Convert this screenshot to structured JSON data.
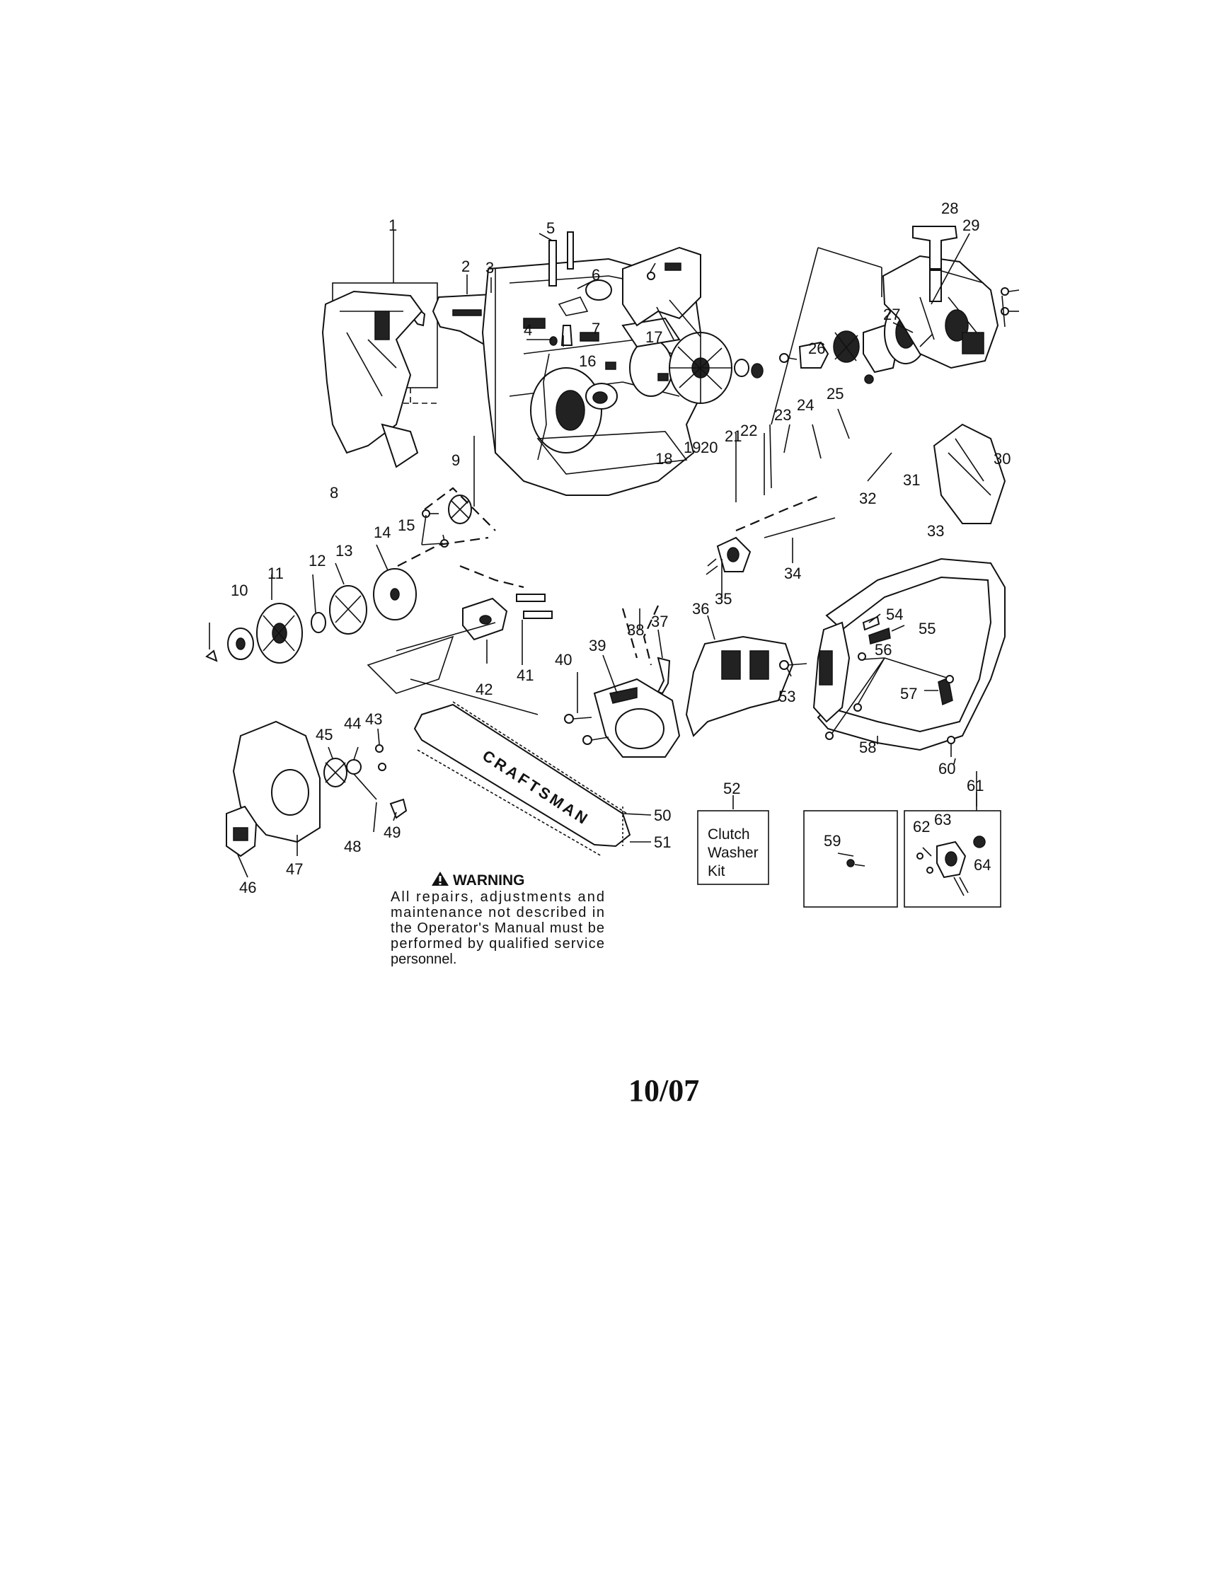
{
  "diagram": {
    "part_numbers": [
      "1",
      "2",
      "3",
      "4",
      "5",
      "6",
      "7",
      "8",
      "9",
      "10",
      "11",
      "12",
      "13",
      "14",
      "15",
      "16",
      "17",
      "18",
      "19",
      "20",
      "21",
      "22",
      "23",
      "24",
      "25",
      "26",
      "27",
      "28",
      "29",
      "30",
      "31",
      "32",
      "33",
      "34",
      "35",
      "36",
      "37",
      "38",
      "39",
      "40",
      "41",
      "42",
      "43",
      "44",
      "45",
      "46",
      "47",
      "48",
      "49",
      "50",
      "51",
      "52",
      "53",
      "54",
      "55",
      "56",
      "57",
      "58",
      "59",
      "60",
      "61",
      "62",
      "63",
      "64"
    ],
    "bar_brand_text": "CRAFTSMAN",
    "kit_box": {
      "lines": [
        "Clutch",
        "Washer",
        "Kit"
      ]
    },
    "warning": {
      "title": "WARNING",
      "lines": [
        "All repairs, adjustments and",
        "maintenance not described in",
        "the Operator's Manual must be",
        "performed by qualified service",
        "personnel."
      ]
    },
    "date": "10/07"
  }
}
